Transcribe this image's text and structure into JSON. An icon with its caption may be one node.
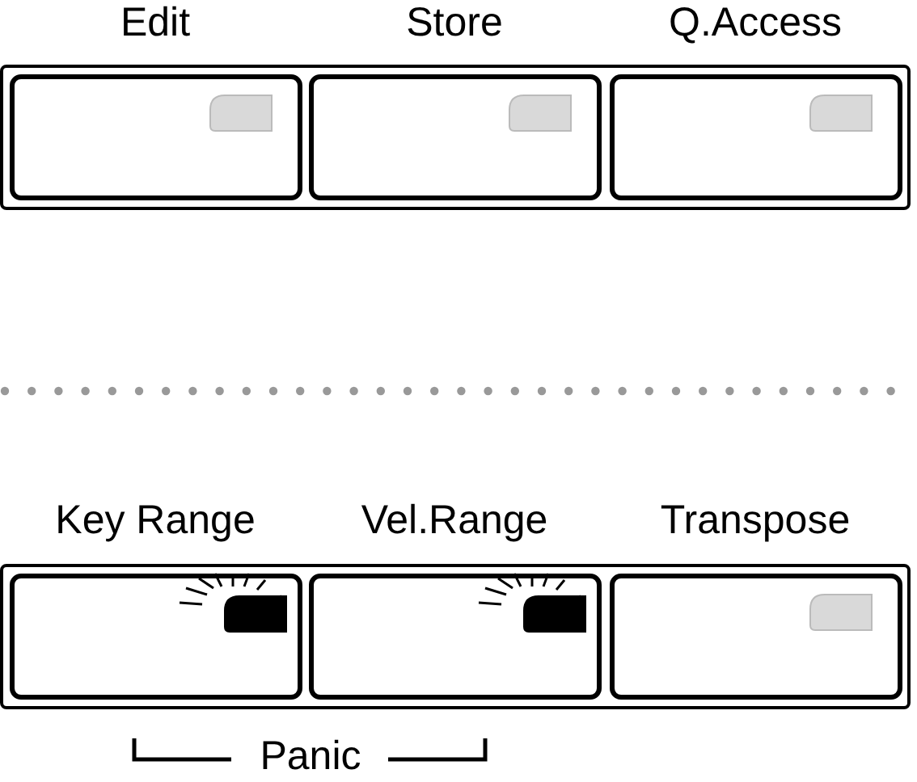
{
  "diagram": {
    "nodes": [
      {
        "text": [
          "Edit"
        ]
      },
      {
        "text": [
          "Store"
        ]
      },
      {
        "text": [
          "Q.Access"
        ]
      },
      {
        "text": [
          "Key Range"
        ]
      },
      {
        "text": [
          "Vel.Range"
        ]
      },
      {
        "text": [
          "Transpose"
        ]
      }
    ],
    "labels": [
      "Panic"
    ]
  }
}
